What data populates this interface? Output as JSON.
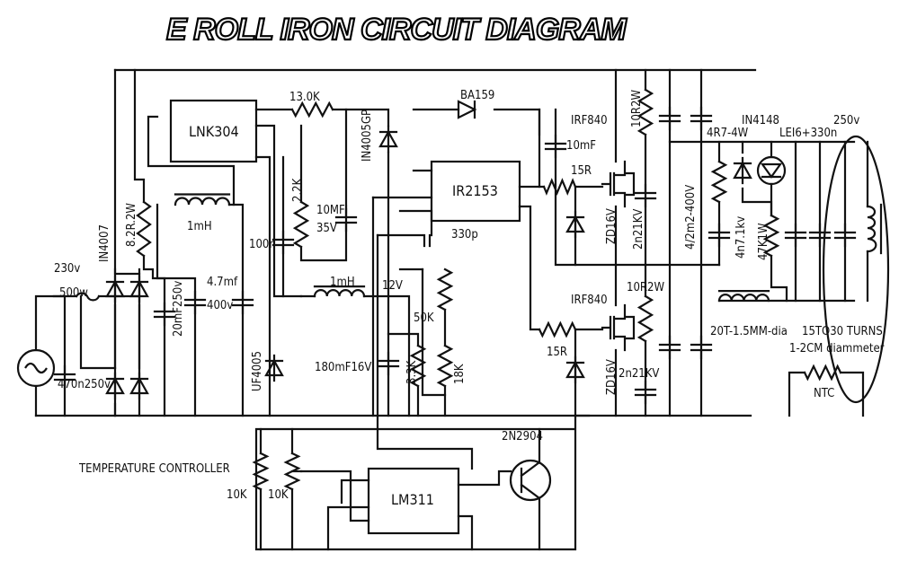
{
  "title": "E ROLL IRON CIRCUIT DIAGRAM",
  "labels": {
    "lnk304": "LNK304",
    "r13k": "13.0K",
    "d_in4005gp": "IN4005GP",
    "d_ba159": "BA159",
    "c10mf": "10mF",
    "ir2153": "IR2153",
    "irf840_top": "IRF840",
    "irf840_bottom": "IRF840",
    "r15_top": "15R",
    "r15_bottom": "15R",
    "r10_top": "10R2W",
    "r10_bottom": "10R2W",
    "zd_top": "ZD16V",
    "zd_bottom": "ZD16V",
    "c2n2_top": "2n21KV",
    "c2n2_bottom": "2n21KV",
    "c4u2": "4/2m2-400V",
    "r4r7": "4R7-4W",
    "d_in4148": "IN4148",
    "led": "LEI6+330n",
    "v250": "250v",
    "c4n7": "4n7.1kv",
    "r47k": "47K1W",
    "ind20t": "20T-1.5MM-dia",
    "turns": "15TO30 TURNS",
    "diameter": "1-2CM diammeter",
    "ntc": "NTC",
    "q2n2904": "2N2904",
    "temp_ctrl": "TEMPERATURE CONTROLLER",
    "r10k_a": "10K",
    "r10k_b": "10K",
    "lm311": "LM311",
    "v230": "230v",
    "w500": "500w",
    "d_in4007": "IN4007",
    "r8r2": "8.2R.2W",
    "l1mh_a": "1mH",
    "l1mh_b": "1mH",
    "c100n": "100n",
    "r2k2": "2.2K",
    "c10mfi": "10MFI",
    "v35": "35V",
    "c4u7": "4.7mf",
    "v400": "400v",
    "c20mf": "20mF250v",
    "c470n": "470n250v",
    "d_uf4005": "UF4005",
    "c180mf": "180mF16V",
    "v12": "12V",
    "r50k": "50K",
    "r3k3": "3.3K",
    "r18k": "18K",
    "c330p": "330p"
  }
}
